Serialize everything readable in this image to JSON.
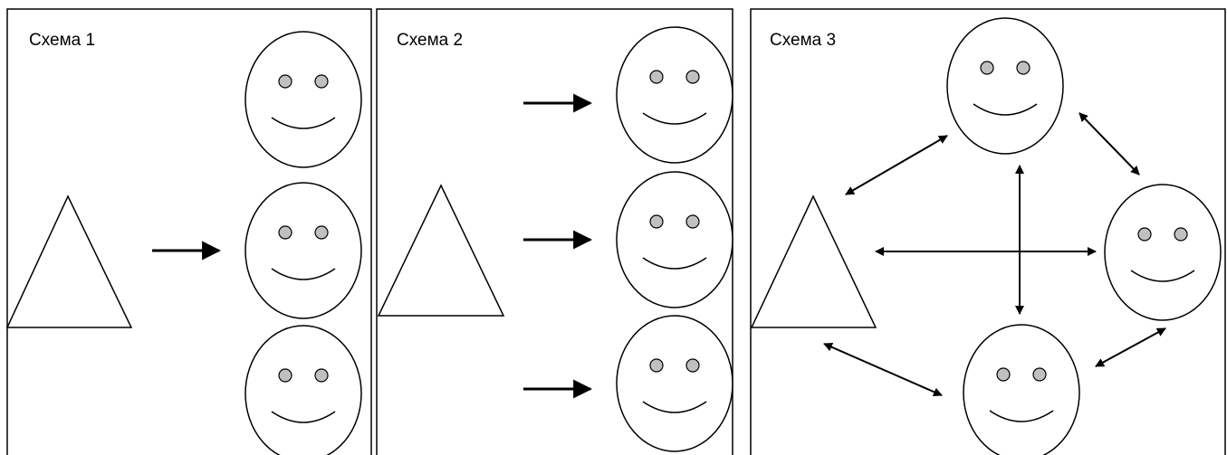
{
  "panels": [
    {
      "title": "Схема 1"
    },
    {
      "title": "Схема 2"
    },
    {
      "title": "Схема 3"
    }
  ],
  "colors": {
    "stroke": "#000000",
    "eye_fill": "#c0c0c0",
    "background": "#ffffff"
  },
  "icons": {
    "leader": "triangle",
    "member": "smiley-face",
    "link": "arrow"
  }
}
